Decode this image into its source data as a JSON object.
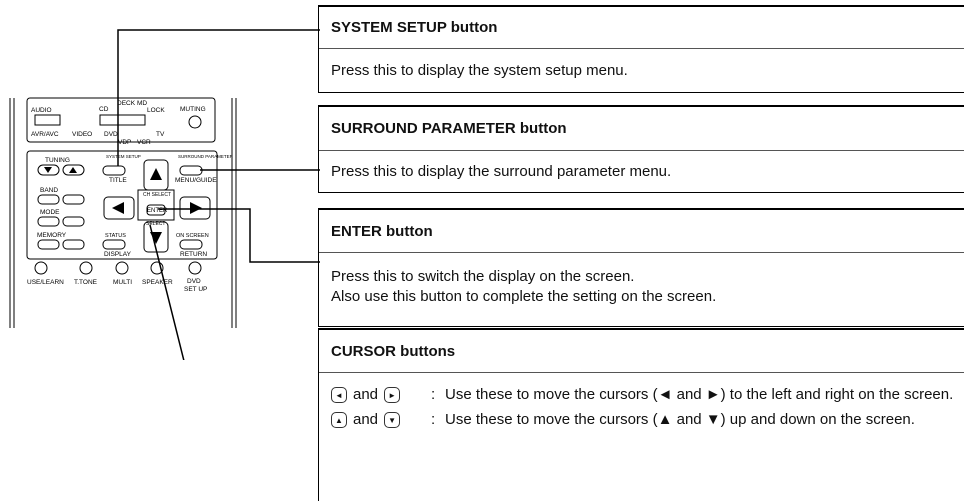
{
  "remote": {
    "labels": {
      "audio": "AUDIO",
      "cd": "CD",
      "deck": "DECK",
      "md": "MD",
      "lock": "LOCK",
      "muting": "MUTING",
      "avr": "AVR/AVC",
      "video": "VIDEO",
      "dvd": "DVD",
      "tv": "TV",
      "vdp": "VDP",
      "vcr": "VCR",
      "tuning": "TUNING",
      "system_setup": "SYSTEM SETUP",
      "surround_parameter": "SURROUND PARAMETER",
      "title": "TITLE",
      "menu_guide": "MENU/GUIDE",
      "band": "BAND",
      "ch_select": "CH SELECT",
      "enter": "ENTER",
      "mode": "MODE",
      "select": "SELECT",
      "memory": "MEMORY",
      "status": "STATUS",
      "on_screen": "ON SCREEN",
      "display": "DISPLAY",
      "return": "RETURN",
      "use_learn": "USE/LEARN",
      "t_tone": "T.TONE",
      "multi": "MULTI",
      "speaker": "SPEAKER",
      "dvd_set": "DVD",
      "set_up": "SET UP"
    }
  },
  "callouts": [
    {
      "title": "SYSTEM SETUP button",
      "lines": [
        "Press this to display the system setup menu."
      ]
    },
    {
      "title": "SURROUND PARAMETER button",
      "lines": [
        "Press this to display the surround parameter menu."
      ]
    },
    {
      "title": "ENTER button",
      "lines": [
        "Press this to switch the display on the screen.",
        "Also use this button to complete the setting on the screen."
      ]
    },
    {
      "title": "CURSOR buttons",
      "items": [
        {
          "key_a_icon": "left-cursor-icon",
          "key_b_icon": "right-cursor-icon",
          "and": "and",
          "colon": ":",
          "desc": "Use these to move the cursors (◄ and ►) to the left and right on the screen."
        },
        {
          "key_a_icon": "up-cursor-icon",
          "key_b_icon": "down-cursor-icon",
          "and": "and",
          "colon": ":",
          "desc": "Use these to move the cursors (▲ and ▼) up and down on the screen."
        }
      ]
    }
  ]
}
